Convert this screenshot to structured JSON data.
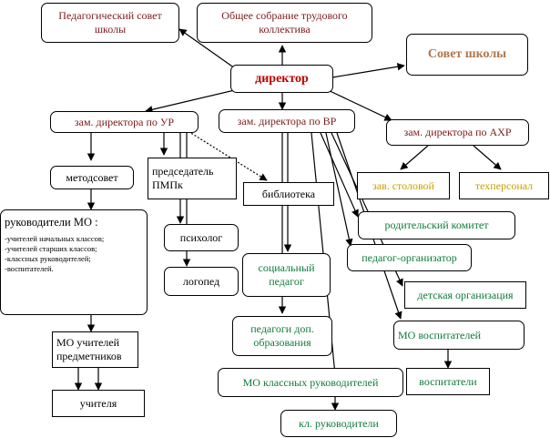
{
  "boxes": {
    "ped_council": "Педагогический совет школы",
    "general_meeting": "Общее собрание трудового коллектива",
    "school_council": "Совет школы",
    "director": "директор",
    "deputy_ur": "зам. директора по УР",
    "deputy_vr": "зам. директора по ВР",
    "deputy_ahr": "зам. директора по АХР",
    "metodsovet": "методсовет",
    "pmpk_chair": "председатель ПМПк",
    "library": "библиотека",
    "canteen_head": "зав. столовой",
    "tech_staff": "техперсонал",
    "parent_committee": "родительский комитет",
    "psychologist": "психолог",
    "speech_therapist": "логопед",
    "social_teacher": "социальный педагог",
    "pedagogue_organizer": "педагог-организатор",
    "children_org": "детская организация",
    "mo_educators": "МО воспитателей",
    "extra_ed_teachers": "педагоги доп. образования",
    "educators": "воспитатели",
    "mo_class_heads": "МО классных руководителей",
    "class_heads": "кл. руководители",
    "mo_subject_teachers": "МО учителей предметников",
    "teachers": "учителя"
  },
  "mo_heads": {
    "title": "руководители МО :",
    "items": [
      "-учителей начальных классов;",
      "-учителей старших классов;",
      "-классных руководителей;",
      "-воспитателей."
    ]
  },
  "colors": {
    "maroon": "#7b1a1a",
    "green": "#0f7a3a",
    "gold": "#c9a100",
    "brown": "#b0764a",
    "line": "#000000"
  }
}
